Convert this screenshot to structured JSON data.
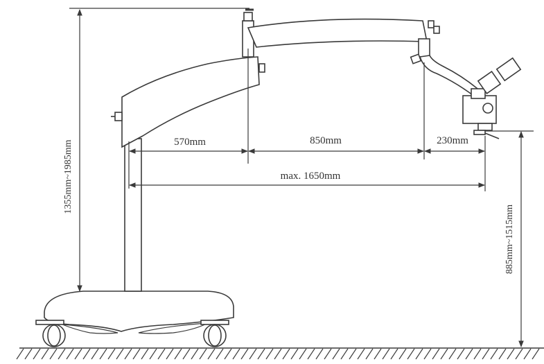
{
  "dimensions": {
    "arm_segment_1": "570mm",
    "arm_segment_2": "850mm",
    "arm_segment_3": "230mm",
    "max_reach": "max. 1650mm",
    "total_height": "1355mm~1985mm",
    "head_height": "885mm~1515mm"
  },
  "colors": {
    "line": "#3a3a3a",
    "fill": "#ffffff",
    "background": "#ffffff"
  }
}
